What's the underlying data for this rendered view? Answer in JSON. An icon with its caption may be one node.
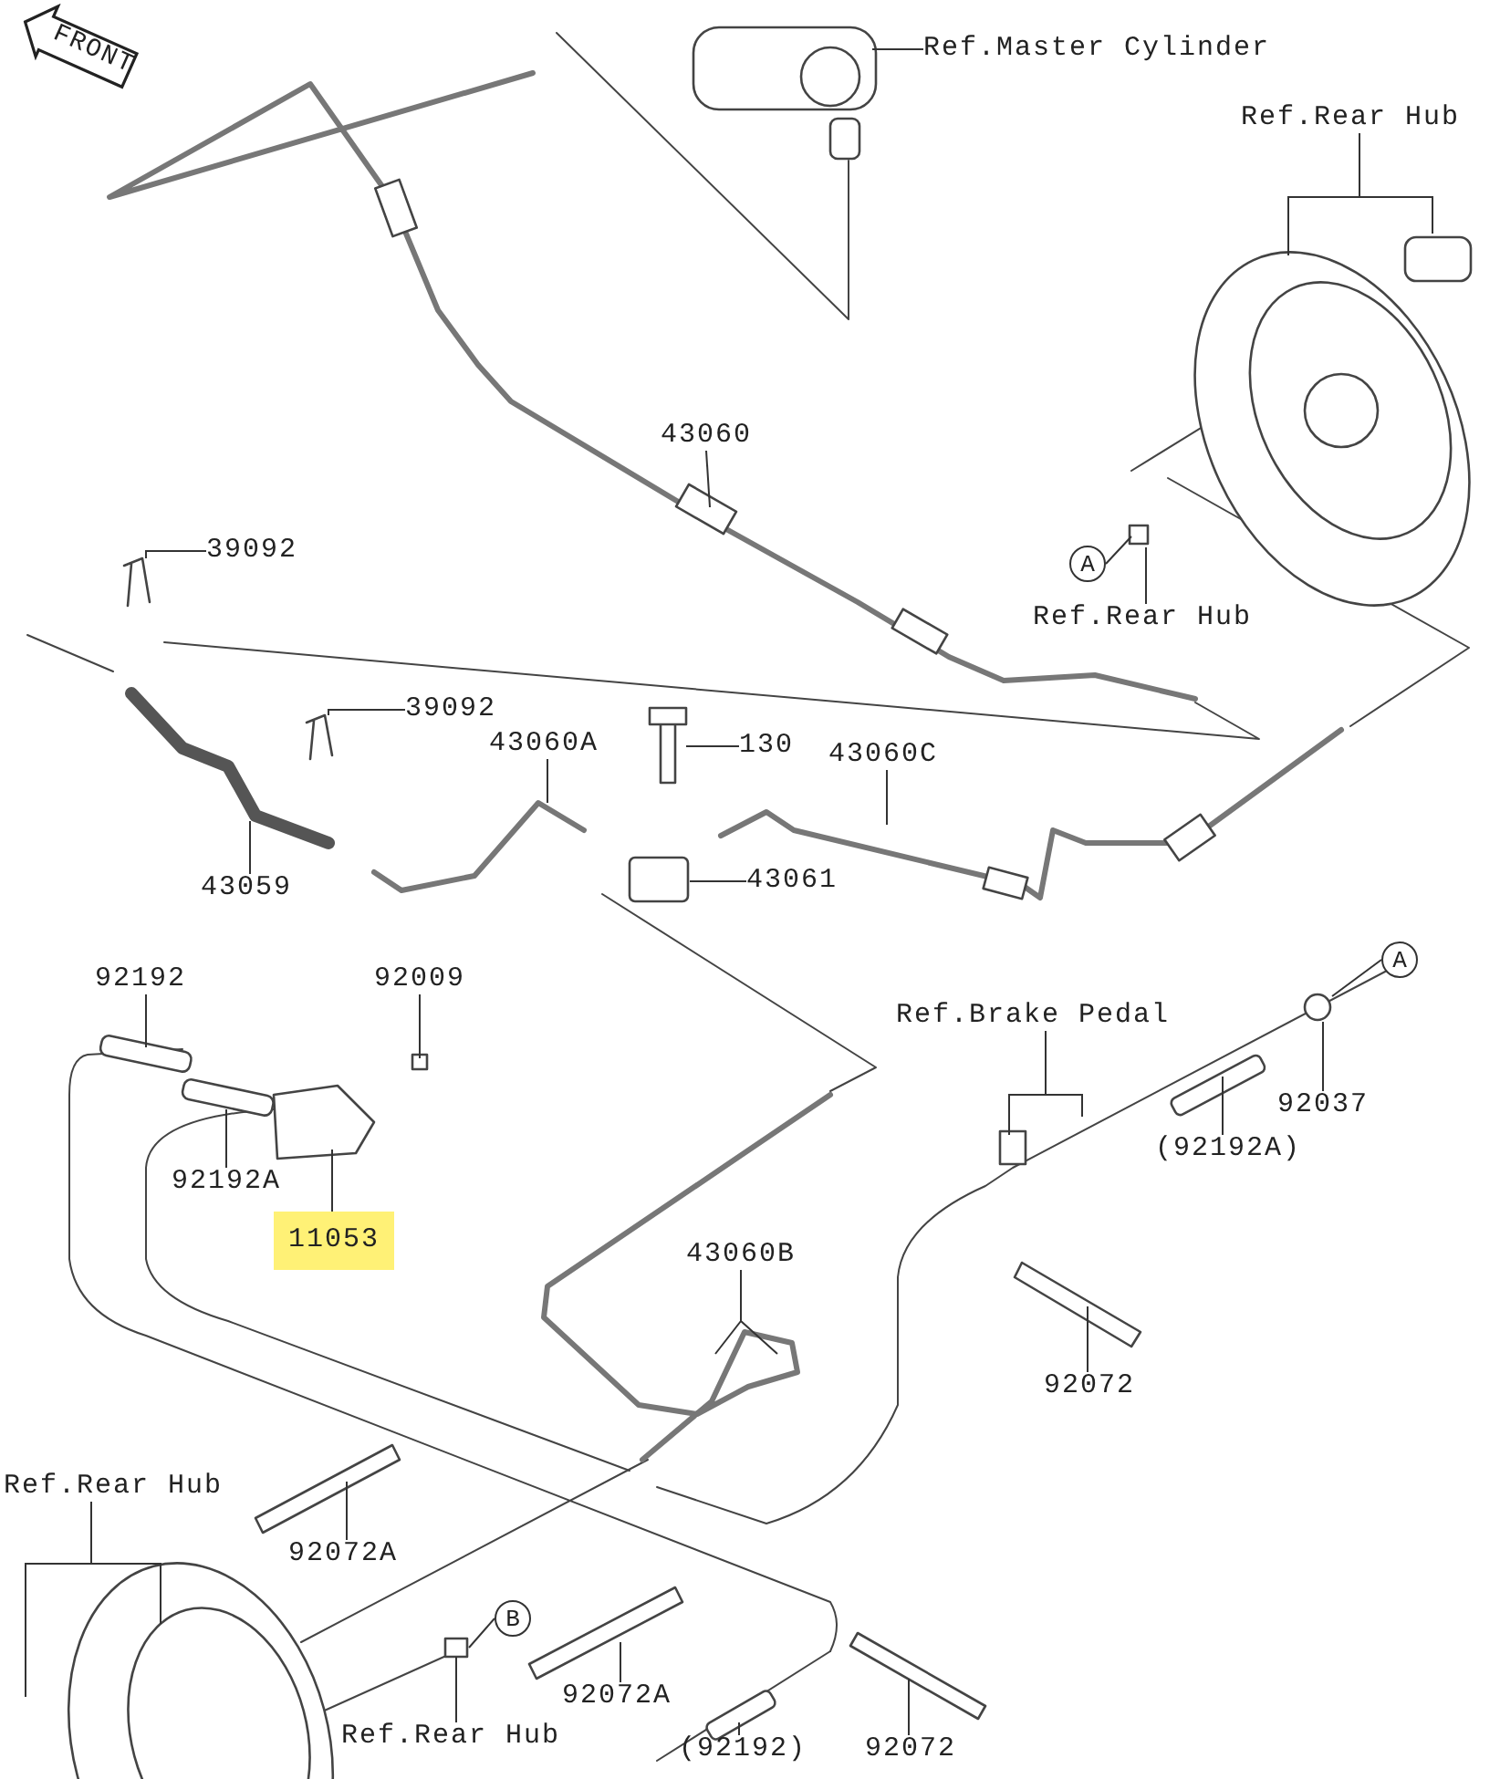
{
  "diagram": {
    "nodes": [
      {
        "text": [
          "FRONT"
        ]
      },
      {
        "text": [
          "Ref.Master Cylinder"
        ]
      },
      {
        "text": [
          "Ref.Rear Hub"
        ]
      },
      {
        "text": [
          "43060"
        ]
      },
      {
        "text": [
          "39092"
        ]
      },
      {
        "text": [
          "A"
        ]
      },
      {
        "text": [
          "Ref.Rear Hub"
        ]
      },
      {
        "text": [
          "39092"
        ]
      },
      {
        "text": [
          "43060A"
        ]
      },
      {
        "text": [
          "130"
        ]
      },
      {
        "text": [
          "43060C"
        ]
      },
      {
        "text": [
          "43061"
        ]
      },
      {
        "text": [
          "43059"
        ]
      },
      {
        "text": [
          "92192"
        ]
      },
      {
        "text": [
          "92009"
        ]
      },
      {
        "text": [
          "Ref.Brake Pedal"
        ]
      },
      {
        "text": [
          "A"
        ]
      },
      {
        "text": [
          "92192A"
        ]
      },
      {
        "text": [
          "(92192A)"
        ]
      },
      {
        "text": [
          "92037"
        ]
      },
      {
        "text": [
          "11053"
        ]
      },
      {
        "text": [
          "43060B"
        ]
      },
      {
        "text": [
          "92072"
        ]
      },
      {
        "text": [
          "Ref.Rear Hub"
        ]
      },
      {
        "text": [
          "92072A"
        ]
      },
      {
        "text": [
          "B"
        ]
      },
      {
        "text": [
          "Ref.Rear Hub"
        ]
      },
      {
        "text": [
          "92072A"
        ]
      },
      {
        "text": [
          "92072"
        ]
      },
      {
        "text": [
          "(92192)"
        ]
      }
    ],
    "edges": [
      {
        "from": 1,
        "to": null,
        "arrow": "none"
      },
      {
        "from": 2,
        "to": null,
        "arrow": "none"
      },
      {
        "from": 2,
        "to": null,
        "arrow": "none"
      },
      {
        "from": 3,
        "to": null,
        "arrow": "none"
      },
      {
        "from": 4,
        "to": null,
        "arrow": "none"
      },
      {
        "from": 5,
        "to": null,
        "arrow": "none"
      },
      {
        "from": 6,
        "to": null,
        "arrow": "none"
      },
      {
        "from": 7,
        "to": null,
        "arrow": "none"
      },
      {
        "from": 8,
        "to": null,
        "arrow": "none"
      },
      {
        "from": 9,
        "to": null,
        "arrow": "none"
      },
      {
        "from": 10,
        "to": null,
        "arrow": "none"
      },
      {
        "from": 11,
        "to": null,
        "arrow": "none"
      },
      {
        "from": 12,
        "to": null,
        "arrow": "none"
      },
      {
        "from": 13,
        "to": null,
        "arrow": "none"
      },
      {
        "from": 14,
        "to": null,
        "arrow": "none"
      },
      {
        "from": 15,
        "to": null,
        "arrow": "none"
      },
      {
        "from": 15,
        "to": null,
        "arrow": "none"
      },
      {
        "from": 16,
        "to": null,
        "arrow": "none"
      },
      {
        "from": 17,
        "to": null,
        "arrow": "none"
      },
      {
        "from": 18,
        "to": null,
        "arrow": "none"
      },
      {
        "from": 19,
        "to": null,
        "arrow": "none"
      },
      {
        "from": 20,
        "to": null,
        "arrow": "none"
      },
      {
        "from": 21,
        "to": null,
        "arrow": "none"
      },
      {
        "from": 21,
        "to": null,
        "arrow": "none"
      },
      {
        "from": 22,
        "to": null,
        "arrow": "none"
      },
      {
        "from": 23,
        "to": null,
        "arrow": "none"
      },
      {
        "from": 23,
        "to": null,
        "arrow": "none"
      },
      {
        "from": 24,
        "to": null,
        "arrow": "none"
      },
      {
        "from": 25,
        "to": null,
        "arrow": "none"
      },
      {
        "from": 26,
        "to": null,
        "arrow": "none"
      },
      {
        "from": 27,
        "to": null,
        "arrow": "none"
      },
      {
        "from": 28,
        "to": null,
        "arrow": "none"
      },
      {
        "from": 29,
        "to": null,
        "arrow": "none"
      }
    ]
  }
}
